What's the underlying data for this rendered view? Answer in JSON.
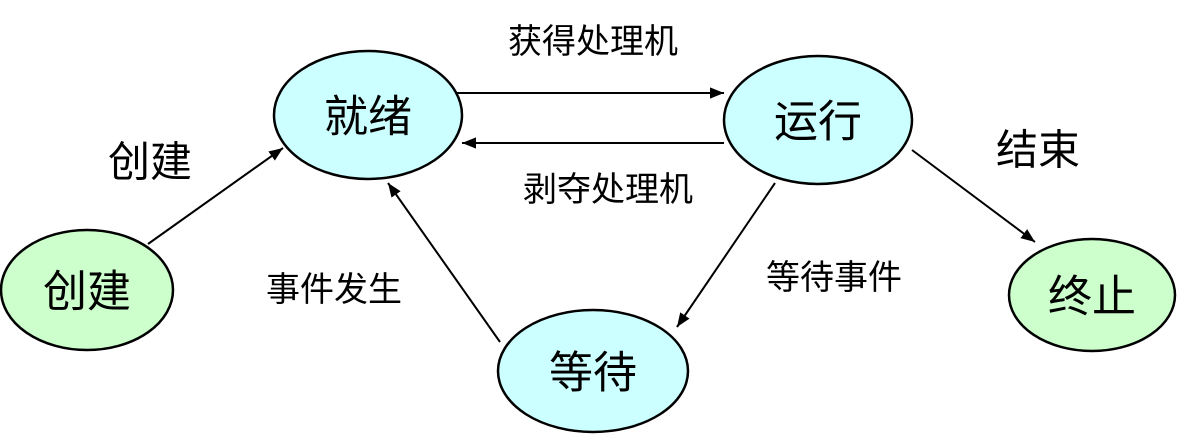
{
  "colors": {
    "active_state": "#CCFFFF",
    "terminal_state": "#CCFFCC",
    "stroke": "#000000"
  },
  "nodes": {
    "create": "创建",
    "ready": "就绪",
    "running": "运行",
    "waiting": "等待",
    "terminated": "终止"
  },
  "edges": {
    "create_label": "创建",
    "dispatch": "获得处理机",
    "preempt": "剥夺处理机",
    "wait_event": "等待事件",
    "event_occurs": "事件发生",
    "exit_label": "结束"
  }
}
